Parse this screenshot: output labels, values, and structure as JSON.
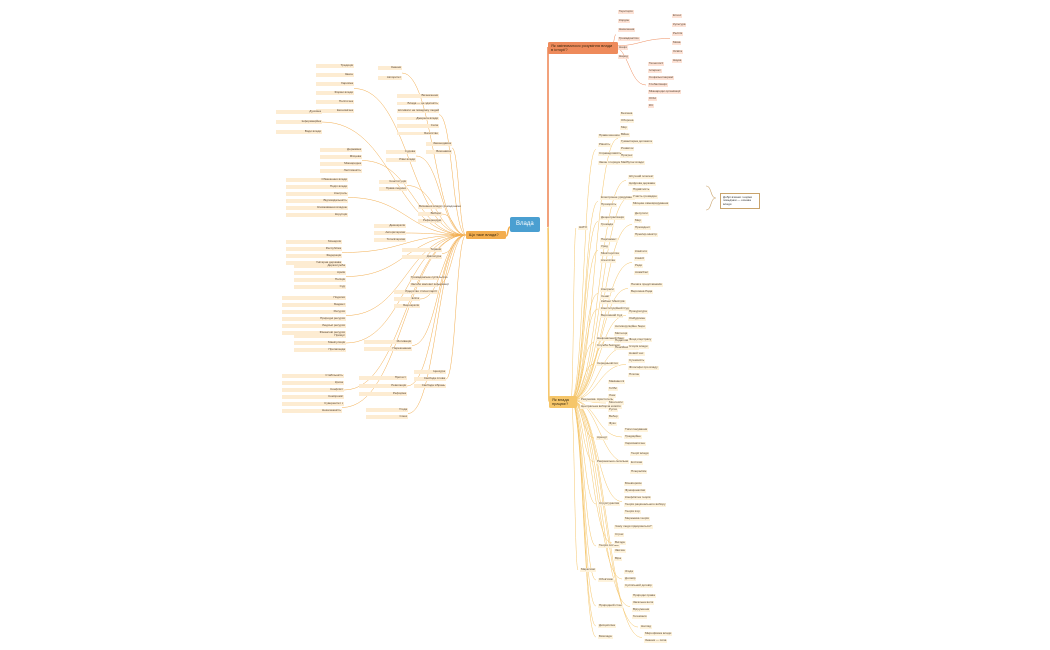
{
  "root": {
    "label": "Влада"
  },
  "branches": [
    {
      "id": "b1",
      "label": "Що таке влада?",
      "color": "#f3ad4e",
      "light": "#fdecd2"
    },
    {
      "id": "b2",
      "label": "Як змінювалося розуміння влади в історії?",
      "color": "#ee8a5b",
      "light": "#fde2d5"
    },
    {
      "id": "b3",
      "label": "Як влада працює?",
      "color": "#f6c66a",
      "light": "#fef3dc"
    }
  ],
  "callout": {
    "label": "Добрі вчинки і норми поведінки — основа влади"
  },
  "texts": [
    "Визначення",
    "Влада — це здатність",
    "впливати на поведінку людей",
    "Джерела влади",
    "Сила",
    "Багатство",
    "Знання",
    "Авторитет",
    "Традиція",
    "Закон",
    "Харизма",
    "Форми влади",
    "Політична",
    "Економічна",
    "Духовна",
    "Інформаційна",
    "Види влади",
    "Законодавча",
    "Виконавча",
    "Судова",
    "Рівні влади",
    "Державна",
    "Місцева",
    "Міжнародна",
    "Легітимність",
    "Визнання влади громадянами",
    "Вибори",
    "Референдум",
    "Конституція",
    "Права людини",
    "Обмеження влади",
    "Поділ влади",
    "Контроль",
    "Відповідальність",
    "Зловживання владою",
    "Корупція",
    "Тиранія",
    "Диктатура",
    "Демократія",
    "Авторитаризм",
    "Тоталітаризм",
    "Монархія",
    "Республіка",
    "Федерація",
    "Унітарна держава",
    "Громадянське суспільство",
    "Засоби масової інформації",
    "Політичні партії",
    "Лідерство",
    "Еліта",
    "Бюрократія",
    "Держслужба",
    "Армія",
    "Поліція",
    "Суд",
    "Податки",
    "Бюджет",
    "Ресурси",
    "Природні ресурси",
    "Людські ресурси",
    "Фінансові ресурси",
    "Мотивація",
    "Переконання",
    "Примус",
    "Маніпуляція",
    "Пропаганда",
    "Цензура",
    "Свобода слова",
    "Свобода зібрань",
    "Протест",
    "Революція",
    "Реформа",
    "Стабільність",
    "Криза",
    "Конфлікт",
    "Компроміс",
    "Переговори",
    "Угода",
    "Союз",
    "Суверенітет",
    "Незалежність",
    "Територія",
    "Кордон",
    "Населення",
    "Громадянство",
    "Нація",
    "Народ",
    "Етнос",
    "Культура",
    "Релігія",
    "Мова",
    "Освіта",
    "Наука",
    "Технології",
    "Інтернет",
    "Соціальні мережі",
    "Глобалізація",
    "Міжнародні організації",
    "ООН",
    "ЄС",
    "НАТО",
    "Права меншин",
    "Рівність",
    "Справедливість",
    "Закон і порядок",
    "Безпека",
    "Оборона",
    "Мир",
    "Війна",
    "Гуманітарна допомога",
    "Розвиток",
    "Прогрес",
    "Майбутнє влади",
    "Штучний інтелект",
    "Цифрова держава",
    "Електронне урядування",
    "Прозорість",
    "Підзвітність",
    "Участь громадян",
    "Місцеве самоврядування",
    "Децентралізація",
    "Громада",
    "Депутати",
    "Мер",
    "Президент",
    "Прем'єр-міністр",
    "Парламент",
    "Уряд",
    "Міністерства",
    "Агентства",
    "Комітети",
    "Комісії",
    "Ради",
    "Асамблеї",
    "Конгреси",
    "Сенат",
    "Палата представників",
    "Верховна Рада",
    "Кабінет Міністрів",
    "Конституційний Суд",
    "Верховний Суд",
    "Прокуратура",
    "Омбудсмен",
    "Рахункова палата",
    "Центральна виборча комісія",
    "Національний банк",
    "Служба безпеки",
    "Антикорупційне бюро",
    "Митниця",
    "Податкова служба",
    "Пенсійний фонд",
    "Фонд соцстраху",
    "Історія влади",
    "Античність",
    "Середньовіччя",
    "Новий час",
    "Сучасність",
    "Філософи про владу",
    "Платон",
    "Аристотель",
    "Макіавеллі",
    "Гоббс",
    "Локк",
    "Монтеск'є",
    "Руссо",
    "Вебер",
    "Фуко",
    "Арендт",
    "Типи панування",
    "Традиційне",
    "Харизматичне",
    "Раціонально-легальне",
    "Теорії влади",
    "Елітизм",
    "Плюралізм",
    "Марксизм",
    "Структуралізм",
    "Біхевіоризм",
    "Функціоналізм",
    "Конфліктна теорія",
    "Теорія раціонального вибору",
    "Теорія ігор",
    "Мережева теорія",
    "Теорія систем",
    "Чому люди підкоряються?",
    "Страх",
    "Вигода",
    "Звичка",
    "Віра",
    "Обов'язок",
    "Згода",
    "Договір",
    "Суспільний договір",
    "Природний стан",
    "Природні права",
    "Загальна воля",
    "Відчуження",
    "Гегемонія",
    "Дисципліна",
    "Нагляд",
    "Біовлада",
    "Мікрофізика влади",
    "Знання — сила",
    "Дискурс",
    "Ідеологія",
    "Міф",
    "Символ",
    "Ритуал",
    "Церемонія",
    "Атрибути влади",
    "Корона",
    "Скіпетр",
    "Трон",
    "Герб",
    "Прапор",
    "Гімн",
    "Печатка",
    "Присяга",
    "Інавгурація",
    "Коронація",
    "Легітимація",
    "Делегітимація",
    "Узурпація",
    "Переворот",
    "Опозиція",
    "Дисидентство",
    "Громадянська непокора",
    "Ненасильницький опір",
    "Партизани",
    "Підпілля",
    "Еміграція",
    "Вигнання"
  ]
}
